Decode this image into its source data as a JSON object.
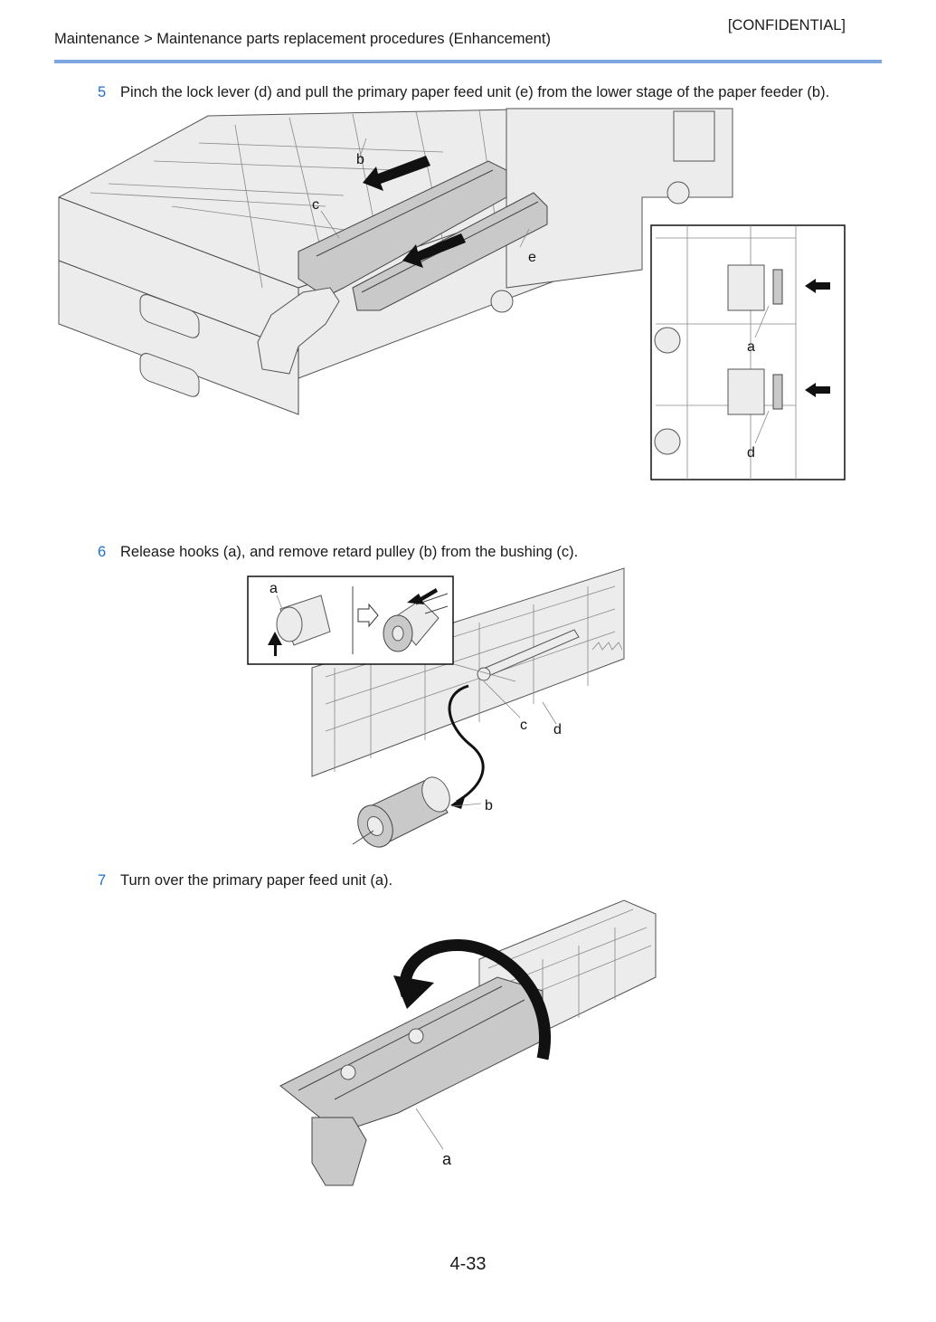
{
  "header": {
    "breadcrumb": "Maintenance > Maintenance parts replacement procedures (Enhancement)",
    "confidential": "[CONFIDENTIAL]"
  },
  "steps": [
    {
      "number": "5",
      "text": "Pinch the lock lever (d) and pull the primary paper feed unit (e) from the lower stage of the paper feeder (b)."
    },
    {
      "number": "6",
      "text": "Release hooks (a), and remove retard pulley (b) from the bushing (c)."
    },
    {
      "number": "7",
      "text": "Turn over the primary paper feed unit (a)."
    }
  ],
  "figures": {
    "fig5": {
      "labels": {
        "b": "b",
        "c": "c",
        "e": "e",
        "a": "a",
        "d": "d"
      }
    },
    "fig6": {
      "labels": {
        "a": "a",
        "b": "b",
        "c": "c",
        "d": "d"
      }
    },
    "fig7": {
      "labels": {
        "a": "a"
      }
    }
  },
  "footer": {
    "page_number": "4-33"
  },
  "colors": {
    "step_number": "#1f6fd1",
    "header_rule": "#7ea6e0"
  }
}
